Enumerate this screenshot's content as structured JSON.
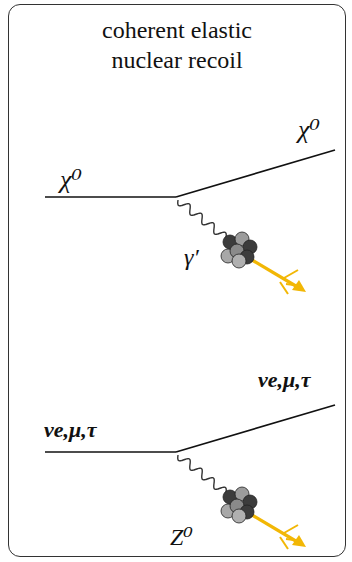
{
  "diagram": {
    "nodes": [
      {
        "text": [
          "coherent elastic nuclear recoil"
        ]
      }
    ],
    "labels": [
      "χ⁰",
      "χ⁰",
      "γ′",
      "νe,μ,τ",
      "νe,μ,τ",
      "Z⁰"
    ]
  }
}
